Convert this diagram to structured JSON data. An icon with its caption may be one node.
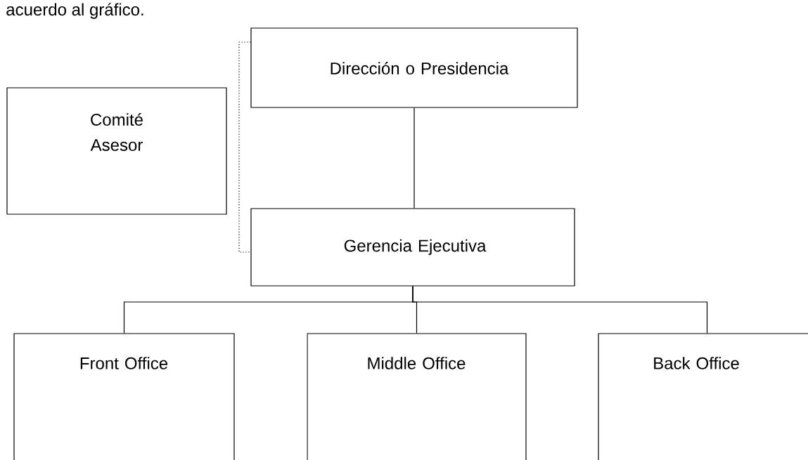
{
  "diagram": {
    "nodes": [
      {
        "text": [
          "Dirección o Presidencia"
        ]
      },
      {
        "text": [
          "Comité Asesor"
        ]
      },
      {
        "text": [
          "Gerencia Ejecutiva"
        ]
      },
      {
        "text": [
          "Front Office"
        ]
      },
      {
        "text": [
          "Middle Office"
        ]
      },
      {
        "text": [
          "Back Office"
        ]
      }
    ],
    "edges": [
      {
        "from": 0,
        "to": 2,
        "arrow": "none"
      },
      {
        "from": 0,
        "to": 2,
        "arrow": "none",
        "style": "dashed"
      },
      {
        "from": 2,
        "to": 3,
        "arrow": "none"
      },
      {
        "from": 2,
        "to": 4,
        "arrow": "none"
      },
      {
        "from": 2,
        "to": 5,
        "arrow": "none"
      }
    ],
    "labels": [
      "acuerdo al gráfico."
    ]
  }
}
